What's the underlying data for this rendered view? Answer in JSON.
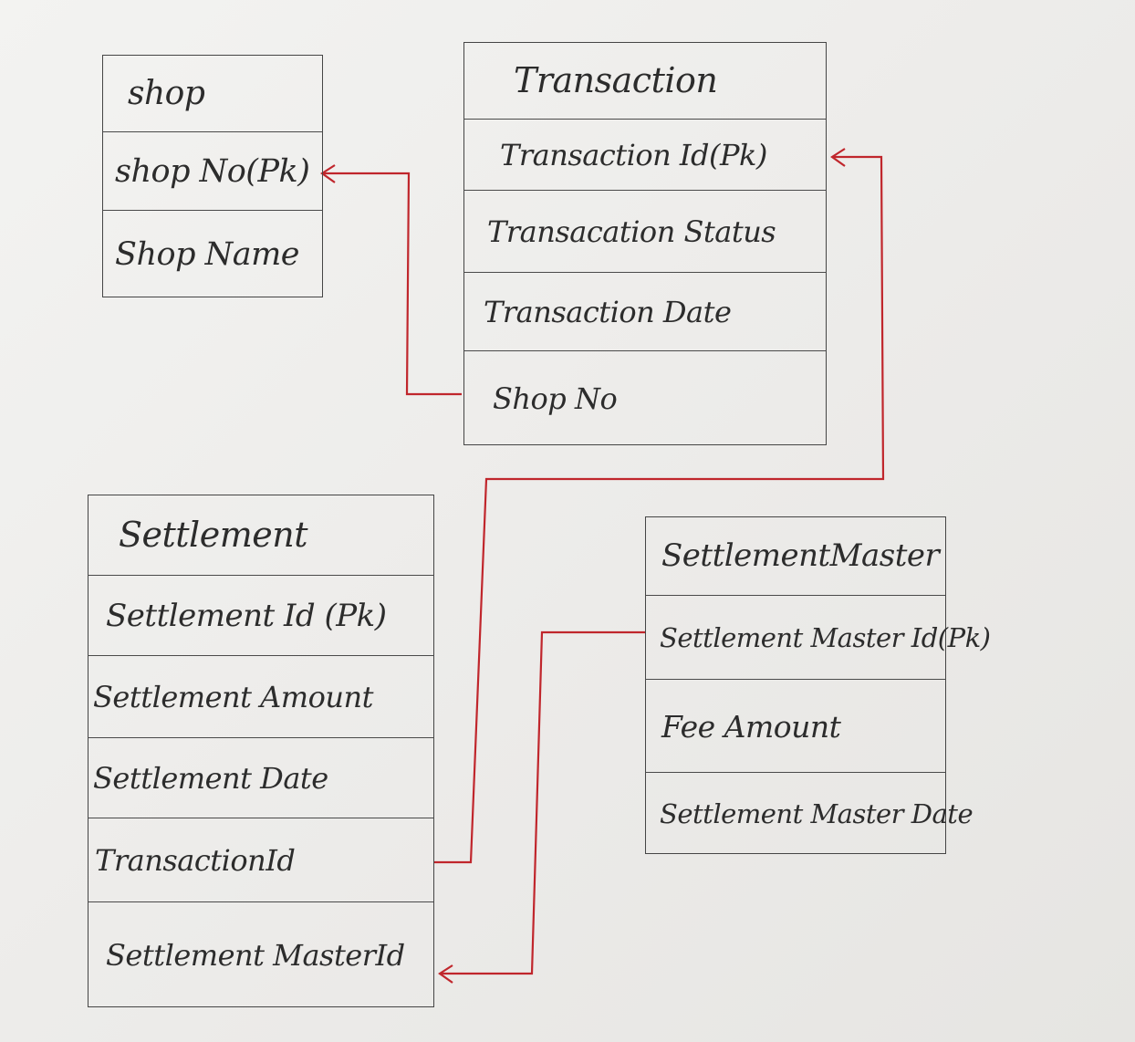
{
  "entities": {
    "shop": {
      "title": "shop",
      "fields": [
        "shop No(Pk)",
        "Shop Name"
      ]
    },
    "transaction": {
      "title": "Transaction",
      "fields": [
        "Transaction Id(Pk)",
        "Transacation Status",
        "Transaction Date",
        "Shop No"
      ]
    },
    "settlement": {
      "title": "Settlement",
      "fields": [
        "Settlement Id (Pk)",
        "Settlement Amount",
        "Settlement Date",
        "TransactionId",
        "Settlement MasterId"
      ]
    },
    "settlement_master": {
      "title": "SettlementMaster",
      "fields": [
        "Settlement Master Id(Pk)",
        "Fee Amount",
        "Settlement Master Date"
      ]
    }
  },
  "colors": {
    "ink": "#2c2c2c",
    "box_lines": "#454545",
    "connector": "#c0262c"
  }
}
